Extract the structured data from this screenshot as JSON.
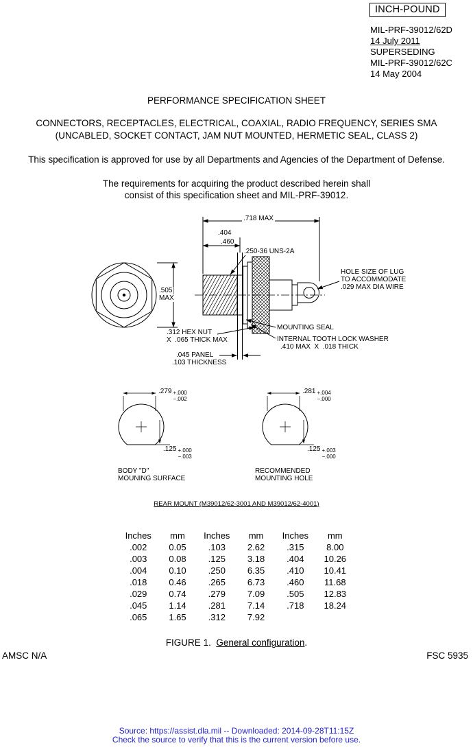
{
  "colors": {
    "ink": "#000000",
    "paper": "#ffffff",
    "source_note_blue": "#2222cc"
  },
  "header": {
    "stamp": "INCH-POUND",
    "doc_number": "MIL-PRF-39012/62D",
    "doc_date": "14 July 2011",
    "superseding": "SUPERSEDING",
    "superseded_number": "MIL-PRF-39012/62C",
    "superseded_date": "14 May 2004"
  },
  "title": "PERFORMANCE SPECIFICATION SHEET",
  "subject": {
    "line1": "CONNECTORS, RECEPTACLES, ELECTRICAL, COAXIAL, RADIO FREQUENCY, SERIES SMA",
    "line2": "(UNCABLED, SOCKET CONTACT, JAM NUT MOUNTED, HERMETIC SEAL, CLASS 2)"
  },
  "approval": "This specification is approved for use by all Departments and Agencies of the Department of Defense.",
  "requirements": {
    "line1": "The requirements for acquiring the product described herein shall",
    "line2": "consist of this specification sheet and MIL-PRF-39012."
  },
  "figure": {
    "dims": {
      "overall_length": ".718 MAX",
      "len_min": ".404",
      "len_max": ".460",
      "thread": ".250-36 UNS-2A",
      "lug_note_1": "HOLE SIZE OF LUG",
      "lug_note_2": "TO ACCOMMODATE",
      "lug_note_3": ".029 MAX DIA WIRE",
      "dia": ".505",
      "dia_max": "MAX",
      "hex_nut_1": ".312 HEX NUT",
      "hex_nut_2": "X  .065 THICK MAX",
      "mounting_seal": "MOUNTING SEAL",
      "lock_washer_1": "INTERNAL TOOTH LOCK WASHER",
      "lock_washer_2": ".410 MAX  X  .018 THICK",
      "panel_1": ".045 PANEL",
      "panel_2": ".103 THICKNESS"
    },
    "body_d": {
      "width": ".279",
      "width_plus": "+.000",
      "width_minus": "−.002",
      "flat": ".125",
      "flat_plus": "+.000",
      "flat_minus": "−.003",
      "caption_1": "BODY \"D\"",
      "caption_2": "MOUNING SURFACE"
    },
    "mounting_hole": {
      "width": ".281",
      "width_plus": "+.004",
      "width_minus": "−.000",
      "flat": ".125",
      "flat_plus": "+.003",
      "flat_minus": "−.000",
      "caption_1": "RECOMMENDED",
      "caption_2": "MOUNTING HOLE"
    },
    "rear_mount_note": "REAR MOUNT (M39012/62-3001 AND M39012/62-4001)"
  },
  "conversion_table": {
    "headers": [
      "Inches",
      "mm",
      "Inches",
      "mm",
      "Inches",
      "mm"
    ],
    "rows": [
      [
        ".002",
        "0.05",
        ".103",
        "2.62",
        ".315",
        "8.00"
      ],
      [
        ".003",
        "0.08",
        ".125",
        "3.18",
        ".404",
        "10.26"
      ],
      [
        ".004",
        "0.10",
        ".250",
        "6.35",
        ".410",
        "10.41"
      ],
      [
        ".018",
        "0.46",
        ".265",
        "6.73",
        ".460",
        "11.68"
      ],
      [
        ".029",
        "0.74",
        ".279",
        "7.09",
        ".505",
        "12.83"
      ],
      [
        ".045",
        "1.14",
        ".281",
        "7.14",
        ".718",
        "18.24"
      ],
      [
        ".065",
        "1.65",
        ".312",
        "7.92",
        "",
        ""
      ]
    ]
  },
  "caption": {
    "prefix": "FIGURE 1.  ",
    "title": "General configuration",
    "suffix": "."
  },
  "footer": {
    "left": "AMSC N/A",
    "right": "FSC 5935"
  },
  "source_note": {
    "line1": "Source: https://assist.dla.mil -- Downloaded: 2014-09-28T11:15Z",
    "line2": "Check the source to verify that this is the current version before use."
  }
}
